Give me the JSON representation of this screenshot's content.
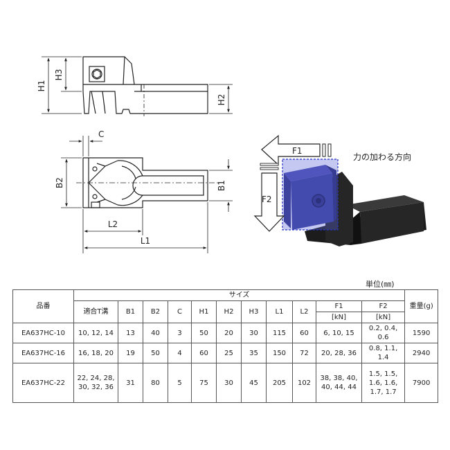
{
  "drawing": {
    "dims": {
      "H1": "H1",
      "H2": "H2",
      "H3": "H3",
      "C": "C",
      "B1": "B1",
      "B2": "B2",
      "L1": "L1",
      "L2": "L2"
    },
    "force_labels": {
      "F1": "F1",
      "F2": "F2"
    },
    "caption": "力の加わる方向"
  },
  "unit_note": "単位(㎜)",
  "table": {
    "header": {
      "part_no": "品番",
      "size_group": "サイズ",
      "weight": "重量(g)",
      "columns": [
        "適合T溝",
        "B1",
        "B2",
        "C",
        "H1",
        "H2",
        "H3",
        "L1",
        "L2",
        "F1",
        "F2"
      ],
      "f1_unit": "[kN]",
      "f2_unit": "[kN]"
    },
    "rows": [
      {
        "part_no": "EA637HC-10",
        "slot": "10, 12, 14",
        "B1": "13",
        "B2": "40",
        "C": "3",
        "H1": "50",
        "H2": "20",
        "H3": "30",
        "L1": "115",
        "L2": "60",
        "F1": "6, 10, 15",
        "F2": "0.2, 0.4, 0.6",
        "weight": "1590"
      },
      {
        "part_no": "EA637HC-16",
        "slot": "16, 18, 20",
        "B1": "19",
        "B2": "50",
        "C": "4",
        "H1": "60",
        "H2": "25",
        "H3": "35",
        "L1": "150",
        "L2": "72",
        "F1": "20, 28, 36",
        "F2": "0.8, 1.1, 1.4",
        "weight": "2940"
      },
      {
        "part_no": "EA637HC-22",
        "slot": "22, 24, 28, 30, 32, 36",
        "B1": "31",
        "B2": "80",
        "C": "5",
        "H1": "75",
        "H2": "30",
        "H3": "45",
        "L1": "205",
        "L2": "102",
        "F1": "38, 38, 40, 40, 44, 44",
        "F2": "1.5, 1.5, 1.6, 1.6, 1.7, 1.7",
        "weight": "7900"
      }
    ]
  },
  "colors": {
    "clamp_blue": "#3a3f9a",
    "highlight": "#5a62d6",
    "dark": "#222222"
  }
}
